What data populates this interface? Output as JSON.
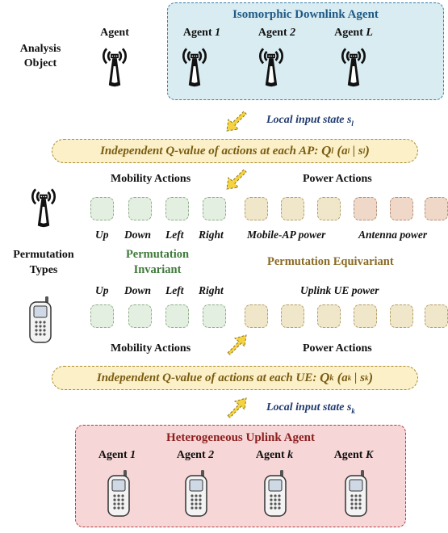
{
  "downlink": {
    "title": "Isomorphic Downlink Agent",
    "agents": [
      "1",
      "2",
      "L"
    ],
    "agent_prefix": "Agent "
  },
  "analysis_object": {
    "label_line1": "Analysis",
    "label_line2": "Object",
    "agent_label": "Agent"
  },
  "local_input_top": {
    "text": "Local input state ",
    "var": "s",
    "sub": "l"
  },
  "banner_top": {
    "text": "Independent Q-value of actions at each AP: ",
    "func": "Q",
    "sub": "l",
    "args_a": "a",
    "args_s": "s"
  },
  "banner_bottom": {
    "text": "Independent Q-value of actions at each UE: ",
    "func": "Q",
    "sub": "k",
    "args_a": "a",
    "args_s": "s"
  },
  "mobility_actions_label": "Mobility Actions",
  "power_actions_label": "Power Actions",
  "mobility_items": [
    "Up",
    "Down",
    "Left",
    "Right"
  ],
  "ap_power_items": [
    "Mobile-AP power",
    "Antenna power"
  ],
  "ue_power_label": "Uplink UE power",
  "permutation_types": {
    "line1": "Permutation",
    "line2": "Types"
  },
  "perm_invariant": {
    "line1": "Permutation",
    "line2": "Invariant"
  },
  "perm_equivariant": "Permutation Equivariant",
  "local_input_bottom": {
    "text": "Local input state ",
    "var": "s",
    "sub": "k"
  },
  "uplink": {
    "title": "Heterogeneous Uplink Agent",
    "agents": [
      "1",
      "2",
      "k",
      "K"
    ],
    "agent_prefix": "Agent "
  },
  "colors": {
    "blue_box": "#d9ecf2",
    "red_box": "#f6d6d6",
    "banner": "#fbf0c8",
    "invariant_green": "#3f7a3a",
    "equivariant_brown": "#8a6a25",
    "downlink_title": "#1f5a85",
    "uplink_title": "#8c1f1f",
    "local_input": "#1f3a6e"
  },
  "icons": [
    "antenna-tower-icon",
    "mobile-phone-icon",
    "yellow-arrow-icon"
  ]
}
